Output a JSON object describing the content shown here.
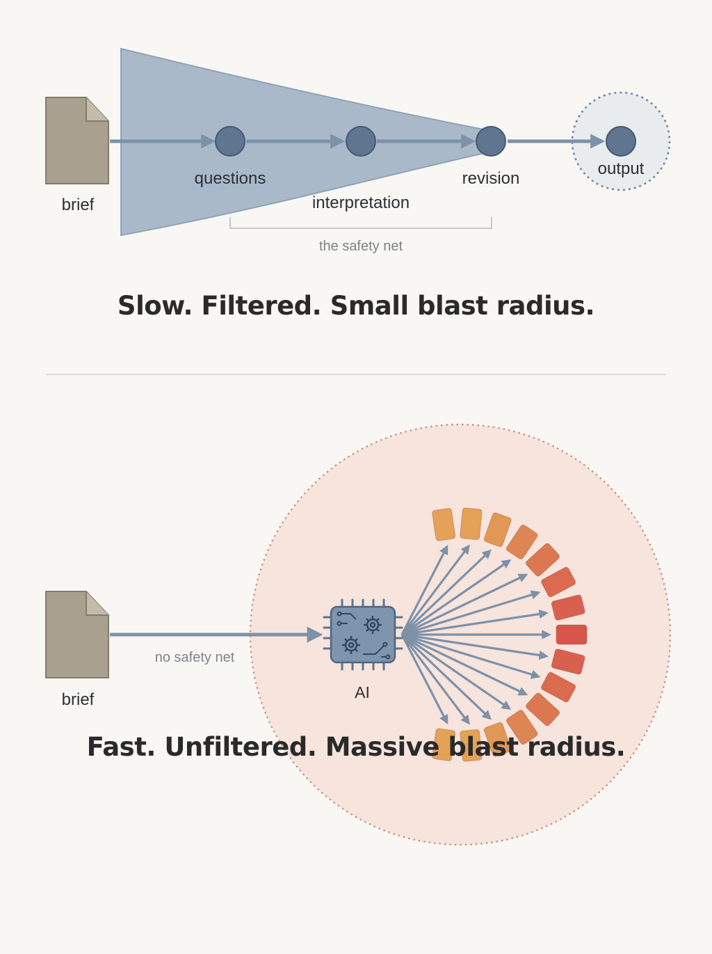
{
  "top": {
    "brief_label": "brief",
    "stages": [
      "questions",
      "interpretation",
      "revision"
    ],
    "output_label": "output",
    "bracket_label": "the safety net",
    "headline": "Slow. Filtered. Small blast radius."
  },
  "bottom": {
    "brief_label": "brief",
    "arrow_label": "no safety net",
    "ai_label": "AI",
    "headline": "Fast. Unfiltered. Massive blast radius.",
    "output_count": 15
  },
  "colors": {
    "funnel": "#a9b9c9",
    "node": "#5f7590",
    "arrow": "#7d91a8",
    "document": "#aaa090",
    "blast_fill": "#f6e4dd",
    "blast_border": "#c98b78",
    "output_orange": "#e3a257",
    "output_red": "#d6564c"
  }
}
